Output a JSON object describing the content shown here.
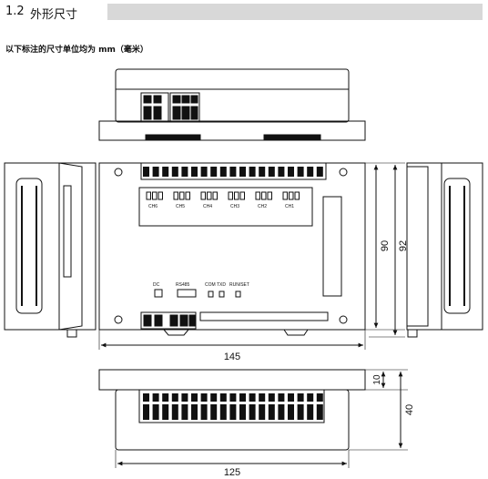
{
  "section": {
    "number": "1.2",
    "title": "外形尺寸"
  },
  "note": "以下标注的尺寸单位均为 mm（毫米）",
  "terminal_labels": [
    "CH6",
    "CH5",
    "CH4",
    "CH3",
    "CH2",
    "CH1"
  ],
  "indicator_labels": [
    "DC",
    "RS485",
    "COM",
    "TXD",
    "RUN/SET"
  ],
  "dimensions": {
    "width_front": "145",
    "height_outer": "92",
    "height_inner": "90",
    "width_bottom": "125",
    "depth": "40",
    "step": "10"
  }
}
